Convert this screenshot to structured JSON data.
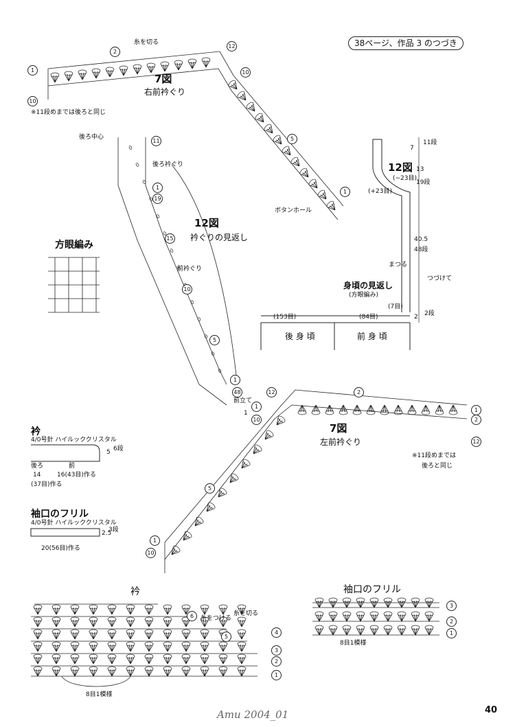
{
  "header": {
    "continuation": "38ページ、作品 3 のつづき"
  },
  "fig7_right": {
    "title": "7図",
    "subtitle": "右前衿ぐり",
    "cut_yarn": "糸を切る",
    "note": "※11段めまでは後ろと同じ",
    "rows": [
      "12",
      "2",
      "1",
      "10",
      "10",
      "5",
      "1"
    ]
  },
  "fig12_collar": {
    "back_center": "後ろ中心",
    "back_neckline": "後ろ衿ぐり",
    "title": "12図",
    "subtitle": "衿ぐりの見返し",
    "front_neckline": "前衿ぐり",
    "front_start": "前立て",
    "front_start_num": "1",
    "rows": [
      "11",
      "1",
      "19",
      "15",
      "10",
      "5",
      "1",
      "48"
    ]
  },
  "fig12_front": {
    "title": "12図",
    "minus": "(−23目)",
    "plus": "(+23目)",
    "button_hole": "ボタンホール",
    "v7": "7",
    "v11": "11段",
    "v13": "13",
    "v19": "19段",
    "v405": "40.5",
    "v48": "48段",
    "continuous": "つづけて",
    "wrap": "まつる",
    "label1": "身頃の見返し",
    "label2": "(方眼編み)",
    "stitches7": "(7目)",
    "v2": "2",
    "v2dan": "2段",
    "back_count": "(153目)",
    "front_count": "(84目)",
    "back_body": "後 身 頃",
    "front_body": "前 身 頃"
  },
  "mesh": {
    "title": "方眼編み"
  },
  "fig7_left": {
    "title": "7図",
    "subtitle": "左前衿ぐり",
    "note1": "※11段めまでは",
    "note2": "後ろと同じ",
    "rows": [
      "12",
      "2",
      "1",
      "10",
      "5",
      "1",
      "10",
      "1",
      "2",
      "12"
    ]
  },
  "collar_spec": {
    "title": "衿",
    "needle": "4/0号針 ハイルッククリスタル",
    "rows": "6段",
    "height": "5",
    "back": "後ろ",
    "front": "前",
    "w14": "14",
    "w16": "16(43目)作る",
    "count37": "(37目)作る"
  },
  "cuff_spec": {
    "title": "袖口のフリル",
    "needle": "4/0号針 ハイルッククリスタル",
    "height": "2.5",
    "rows": "3段",
    "width": "20(56目)作る"
  },
  "collar_chart": {
    "title": "衿",
    "attach": "糸をつける",
    "cut": "糸を切る",
    "repeat": "8目1模様",
    "rows": [
      "6",
      "5",
      "4",
      "3",
      "2",
      "1"
    ]
  },
  "cuff_chart": {
    "title": "袖口のフリル",
    "repeat": "8目1模様",
    "rows": [
      "3",
      "2",
      "1"
    ]
  },
  "footer": {
    "watermark": "Amu 2004_01",
    "page": "40"
  }
}
